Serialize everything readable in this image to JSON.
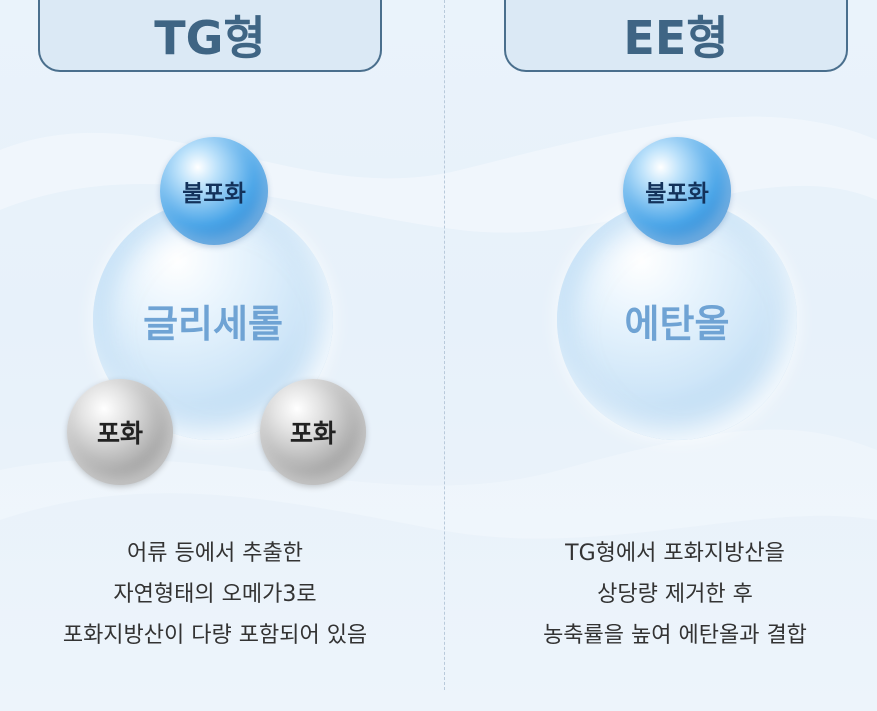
{
  "left": {
    "title": "TG형",
    "center": "글리세롤",
    "top_bubble": "불포화",
    "bottom_left": "포화",
    "bottom_right": "포화",
    "description": [
      "어류 등에서 추출한",
      "자연형태의 오메가3로",
      "포화지방산이 다량 포함되어 있음"
    ]
  },
  "right": {
    "title": "EE형",
    "center": "에탄올",
    "top_bubble": "불포화",
    "description": [
      "TG형에서 포화지방산을",
      "상당량 제거한 후",
      "농축률을 높여 에탄올과 결합"
    ]
  },
  "colors": {
    "title_text": "#3f6584",
    "center_text": "#6fa3d4",
    "blue_bubble": "#1572c6",
    "gray_bubble": "#9a9a9a"
  }
}
